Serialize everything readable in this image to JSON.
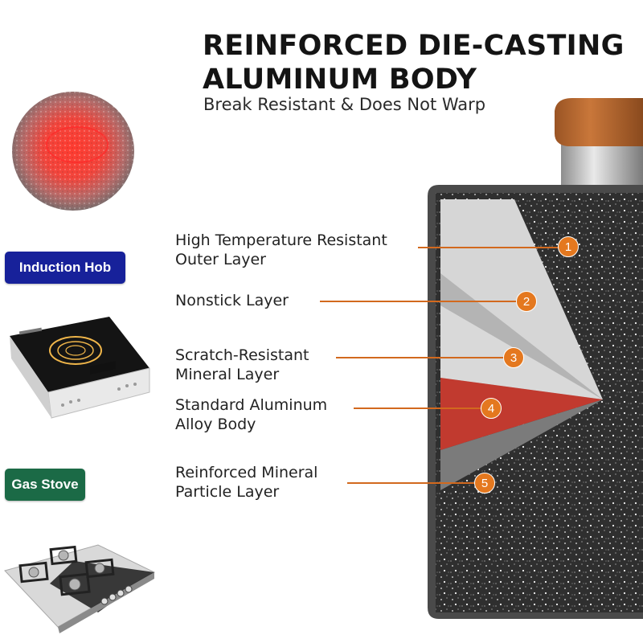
{
  "heading": {
    "title_line1": "REINFORCED DIE-CASTING",
    "title_line2": "ALUMINUM BODY",
    "subtitle": "Break Resistant & Does Not Warp"
  },
  "compatibility": {
    "induction_label": "Induction Hob",
    "gas_label": "Gas Stove"
  },
  "layers": [
    {
      "number": "1",
      "line1": "High Temperature Resistant",
      "line2": "Outer Layer"
    },
    {
      "number": "2",
      "line1": "Nonstick Layer",
      "line2": ""
    },
    {
      "number": "3",
      "line1": "Scratch-Resistant",
      "line2": "Mineral Layer"
    },
    {
      "number": "4",
      "line1": "Standard Aluminum",
      "line2": "Alloy Body"
    },
    {
      "number": "5",
      "line1": "Reinforced Mineral",
      "line2": "Particle Layer"
    }
  ],
  "colors": {
    "accent_orange": "#e4781f",
    "induction_badge": "#17219a",
    "gas_badge": "#1b6a46",
    "pan_body": "#3a3a3a",
    "aluminum_red": "#c0302a"
  },
  "icons": [
    "heated-disc-image",
    "induction-cooktop-image",
    "gas-hob-image",
    "pan-handle-image"
  ]
}
